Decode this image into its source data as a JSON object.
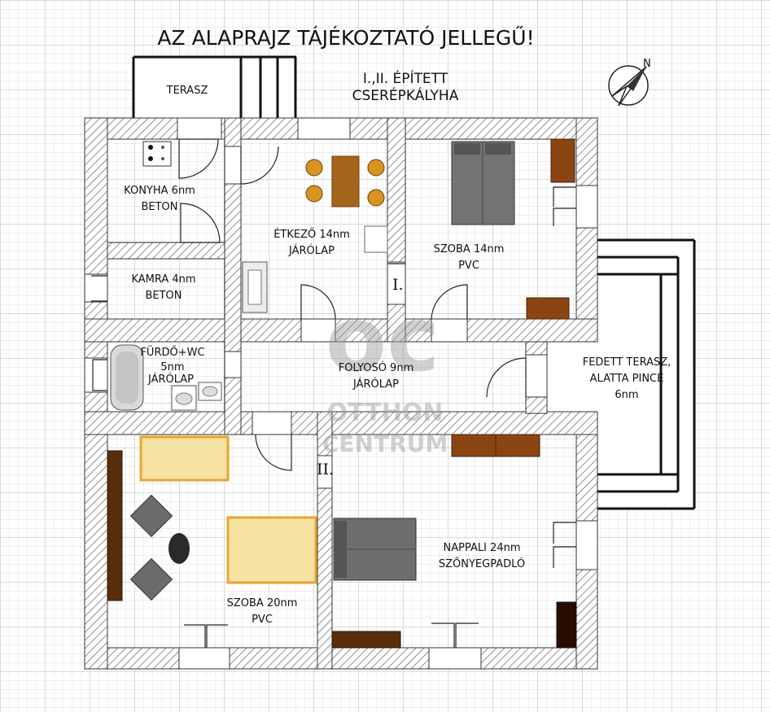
{
  "title": "AZ ALAPRAJZ TÁJÉKOZTATÓ JELLEGŰ!",
  "stove_note": {
    "line1": "I.,II. ÉPÍTETT",
    "line2": "CSERÉPKÁLYHA"
  },
  "rooms": {
    "terasz": {
      "name": "TERASZ"
    },
    "konyha": {
      "line1": "KONYHA 6nm",
      "line2": "BETON"
    },
    "kamra": {
      "line1": "KAMRA 4nm",
      "line2": "BETON"
    },
    "etkezo": {
      "line1": "ÉTKEZŐ 14nm",
      "line2": "JÁRÓLAP"
    },
    "szoba14": {
      "line1": "SZOBA 14nm",
      "line2": "PVC"
    },
    "furdo": {
      "line1": "FÜRDŐ+WC",
      "line2": "5nm",
      "line3": "JÁRÓLAP"
    },
    "folyoso": {
      "line1": "FOLYOSÓ 9nm",
      "line2": "JÁRÓLAP"
    },
    "fedett_terasz": {
      "line1": "FEDETT TERASZ,",
      "line2": "ALATTA PINCE",
      "line3": "6nm"
    },
    "szoba20": {
      "line1": "SZOBA 20nm",
      "line2": "PVC"
    },
    "nappali": {
      "line1": "NAPPALI 24nm",
      "line2": "SZŐNYEGPADLÓ"
    }
  },
  "stove_marks": {
    "first": "I.",
    "second": "II."
  },
  "watermark": {
    "logo": "oc",
    "line1": "OTTHON",
    "line2": "CENTRUM"
  },
  "colors": {
    "wall_hatch": "#555555",
    "wood": "#8B4513",
    "dark_wood": "#5a2d0c",
    "bed": "#6e6e6e",
    "yellow_rug": "#f7e3a4",
    "grid": "#c9c9c9"
  },
  "icons": [
    "compass-north-icon"
  ]
}
